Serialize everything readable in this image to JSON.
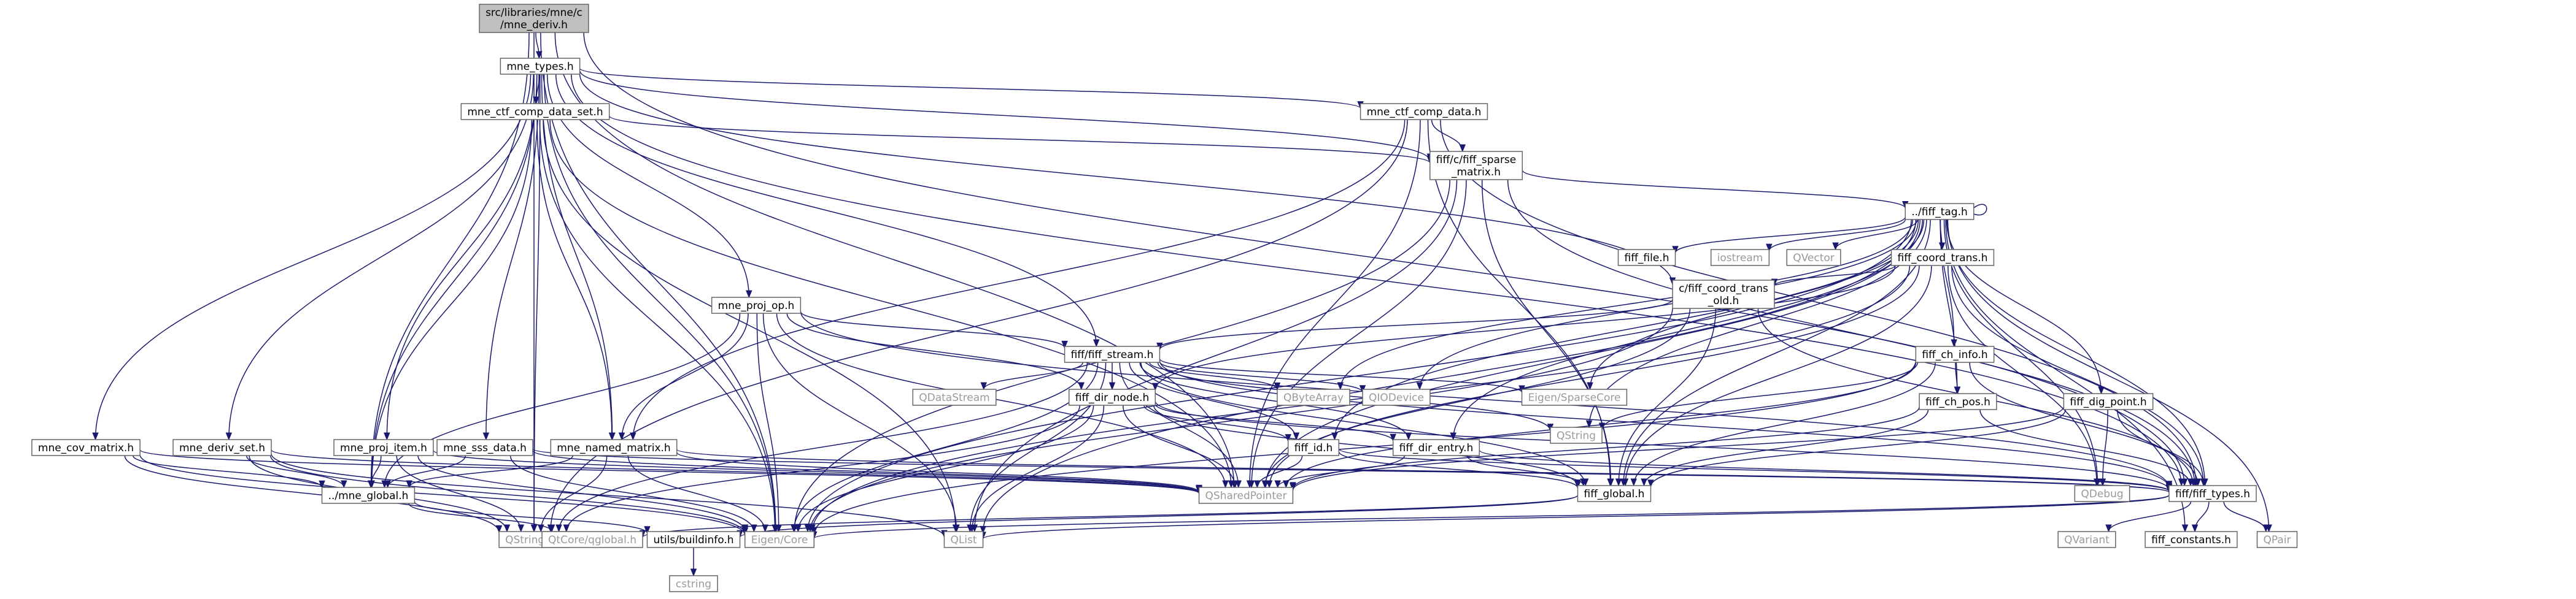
{
  "nodes": [
    {
      "id": "root",
      "label": "src/libraries/mne/c\n/mne_deriv.h",
      "root": true
    },
    {
      "id": "types",
      "label": "mne_types.h"
    },
    {
      "id": "ctf_set",
      "label": "mne_ctf_comp_data_set.h"
    },
    {
      "id": "ctf_data",
      "label": "mne_ctf_comp_data.h"
    },
    {
      "id": "sparse",
      "label": "fiff/c/fiff_sparse\n_matrix.h"
    },
    {
      "id": "tag",
      "label": "../fiff_tag.h"
    },
    {
      "id": "fiff_file",
      "label": "fiff_file.h"
    },
    {
      "id": "iostream",
      "label": "iostream",
      "ext": true
    },
    {
      "id": "qvector",
      "label": "QVector",
      "ext": true
    },
    {
      "id": "coord_trans",
      "label": "fiff_coord_trans.h"
    },
    {
      "id": "coord_old",
      "label": "c/fiff_coord_trans\n_old.h"
    },
    {
      "id": "proj_op",
      "label": "mne_proj_op.h"
    },
    {
      "id": "fiff_stream",
      "label": "fiff/fiff_stream.h"
    },
    {
      "id": "qdatastream",
      "label": "QDataStream",
      "ext": true
    },
    {
      "id": "dir_node",
      "label": "fiff_dir_node.h"
    },
    {
      "id": "qbytearray",
      "label": "QByteArray",
      "ext": true
    },
    {
      "id": "qiodevice",
      "label": "QIODevice",
      "ext": true
    },
    {
      "id": "eigen_sparse",
      "label": "Eigen/SparseCore",
      "ext": true
    },
    {
      "id": "qstring",
      "label": "QString",
      "ext": true
    },
    {
      "id": "ch_info",
      "label": "fiff_ch_info.h"
    },
    {
      "id": "ch_pos",
      "label": "fiff_ch_pos.h"
    },
    {
      "id": "dig_point",
      "label": "fiff_dig_point.h"
    },
    {
      "id": "fiff_id",
      "label": "fiff_id.h"
    },
    {
      "id": "dir_entry",
      "label": "fiff_dir_entry.h"
    },
    {
      "id": "fiff_global",
      "label": "fiff_global.h"
    },
    {
      "id": "qdebug",
      "label": "QDebug",
      "ext": true
    },
    {
      "id": "fiff_types",
      "label": "fiff/fiff_types.h"
    },
    {
      "id": "qvariant",
      "label": "QVariant",
      "ext": true
    },
    {
      "id": "fiff_constants",
      "label": "fiff_constants.h"
    },
    {
      "id": "qpair",
      "label": "QPair",
      "ext": true
    },
    {
      "id": "cov_matrix",
      "label": "mne_cov_matrix.h"
    },
    {
      "id": "deriv_set",
      "label": "mne_deriv_set.h"
    },
    {
      "id": "proj_item",
      "label": "mne_proj_item.h"
    },
    {
      "id": "sss_data",
      "label": "mne_sss_data.h"
    },
    {
      "id": "named_matrix",
      "label": "mne_named_matrix.h"
    },
    {
      "id": "mne_global",
      "label": "../mne_global.h"
    },
    {
      "id": "qsharedpointer",
      "label": "QSharedPointer",
      "ext": true
    },
    {
      "id": "qstringlist",
      "label": "QStringList",
      "ext": true
    },
    {
      "id": "qtcore_global",
      "label": "QtCore/qglobal.h",
      "ext": true
    },
    {
      "id": "buildinfo",
      "label": "utils/buildinfo.h"
    },
    {
      "id": "eigen_core",
      "label": "Eigen/Core",
      "ext": true
    },
    {
      "id": "qlist",
      "label": "QList",
      "ext": true
    },
    {
      "id": "cstring",
      "label": "cstring",
      "ext": true
    }
  ],
  "edges": [
    [
      "root",
      "types"
    ],
    [
      "root",
      "mne_global"
    ],
    [
      "root",
      "fiff_types"
    ],
    [
      "root",
      "qsharedpointer"
    ],
    [
      "root",
      "eigen_core"
    ],
    [
      "root",
      "qstringlist"
    ],
    [
      "types",
      "ctf_set"
    ],
    [
      "types",
      "ctf_data"
    ],
    [
      "types",
      "sparse"
    ],
    [
      "types",
      "proj_op"
    ],
    [
      "types",
      "fiff_stream"
    ],
    [
      "types",
      "coord_old"
    ],
    [
      "types",
      "cov_matrix"
    ],
    [
      "types",
      "deriv_set"
    ],
    [
      "types",
      "proj_item"
    ],
    [
      "types",
      "sss_data"
    ],
    [
      "types",
      "named_matrix"
    ],
    [
      "types",
      "mne_global"
    ],
    [
      "types",
      "fiff_types"
    ],
    [
      "types",
      "qstringlist"
    ],
    [
      "types",
      "eigen_core"
    ],
    [
      "ctf_set",
      "sparse"
    ],
    [
      "ctf_set",
      "named_matrix"
    ],
    [
      "ctf_set",
      "mne_global"
    ],
    [
      "ctf_set",
      "qsharedpointer"
    ],
    [
      "ctf_set",
      "eigen_core"
    ],
    [
      "ctf_set",
      "qlist"
    ],
    [
      "ctf_data",
      "sparse"
    ],
    [
      "ctf_data",
      "named_matrix"
    ],
    [
      "ctf_data",
      "qsharedpointer"
    ],
    [
      "ctf_data",
      "qstringlist"
    ],
    [
      "ctf_data",
      "fiff_types"
    ],
    [
      "ctf_data",
      "fiff_global"
    ],
    [
      "sparse",
      "tag"
    ],
    [
      "sparse",
      "fiff_global"
    ],
    [
      "sparse",
      "fiff_types"
    ],
    [
      "sparse",
      "qsharedpointer"
    ],
    [
      "sparse",
      "eigen_core"
    ],
    [
      "sparse",
      "qlist"
    ],
    [
      "tag",
      "tag"
    ],
    [
      "tag",
      "fiff_file"
    ],
    [
      "tag",
      "iostream"
    ],
    [
      "tag",
      "qvector"
    ],
    [
      "tag",
      "coord_trans"
    ],
    [
      "tag",
      "ch_info"
    ],
    [
      "tag",
      "ch_pos"
    ],
    [
      "tag",
      "dig_point"
    ],
    [
      "tag",
      "fiff_id"
    ],
    [
      "tag",
      "dir_entry"
    ],
    [
      "tag",
      "fiff_global"
    ],
    [
      "tag",
      "qdebug"
    ],
    [
      "tag",
      "fiff_types"
    ],
    [
      "tag",
      "fiff_constants"
    ],
    [
      "tag",
      "qpair"
    ],
    [
      "tag",
      "qbytearray"
    ],
    [
      "tag",
      "qiodevice"
    ],
    [
      "tag",
      "eigen_sparse"
    ],
    [
      "tag",
      "qsharedpointer"
    ],
    [
      "tag",
      "eigen_core"
    ],
    [
      "tag",
      "qlist"
    ],
    [
      "tag",
      "qstring"
    ],
    [
      "coord_trans",
      "coord_old"
    ],
    [
      "coord_trans",
      "fiff_types"
    ],
    [
      "coord_trans",
      "fiff_global"
    ],
    [
      "coord_trans",
      "qsharedpointer"
    ],
    [
      "coord_trans",
      "eigen_core"
    ],
    [
      "coord_trans",
      "qdebug"
    ],
    [
      "coord_trans",
      "dir_node"
    ],
    [
      "coord_old",
      "fiff_stream"
    ],
    [
      "coord_old",
      "fiff_types"
    ],
    [
      "coord_old",
      "fiff_global"
    ],
    [
      "coord_old",
      "qsharedpointer"
    ],
    [
      "coord_old",
      "eigen_core"
    ],
    [
      "proj_op",
      "fiff_stream"
    ],
    [
      "proj_op",
      "named_matrix"
    ],
    [
      "proj_op",
      "mne_global"
    ],
    [
      "proj_op",
      "qsharedpointer"
    ],
    [
      "proj_op",
      "eigen_core"
    ],
    [
      "proj_op",
      "qlist"
    ],
    [
      "proj_op",
      "fiff_types"
    ],
    [
      "proj_op",
      "dir_node"
    ],
    [
      "fiff_stream",
      "qdatastream"
    ],
    [
      "fiff_stream",
      "dir_node"
    ],
    [
      "fiff_stream",
      "qbytearray"
    ],
    [
      "fiff_stream",
      "qiodevice"
    ],
    [
      "fiff_stream",
      "eigen_sparse"
    ],
    [
      "fiff_stream",
      "qstring"
    ],
    [
      "fiff_stream",
      "fiff_id"
    ],
    [
      "fiff_stream",
      "dir_entry"
    ],
    [
      "fiff_stream",
      "fiff_global"
    ],
    [
      "fiff_stream",
      "qsharedpointer"
    ],
    [
      "fiff_stream",
      "qstringlist"
    ],
    [
      "fiff_stream",
      "eigen_core"
    ],
    [
      "fiff_stream",
      "qlist"
    ],
    [
      "fiff_stream",
      "fiff_types"
    ],
    [
      "dir_node",
      "fiff_id"
    ],
    [
      "dir_node",
      "dir_entry"
    ],
    [
      "dir_node",
      "fiff_global"
    ],
    [
      "dir_node",
      "qsharedpointer"
    ],
    [
      "dir_node",
      "qlist"
    ],
    [
      "dir_node",
      "eigen_core"
    ],
    [
      "dir_node",
      "fiff_types"
    ],
    [
      "dir_node",
      "qstringlist"
    ],
    [
      "ch_info",
      "ch_pos"
    ],
    [
      "ch_info",
      "qstring"
    ],
    [
      "ch_info",
      "fiff_types"
    ],
    [
      "ch_info",
      "fiff_global"
    ],
    [
      "ch_info",
      "qsharedpointer"
    ],
    [
      "ch_info",
      "eigen_core"
    ],
    [
      "ch_pos",
      "fiff_types"
    ],
    [
      "ch_pos",
      "fiff_global"
    ],
    [
      "ch_pos",
      "qsharedpointer"
    ],
    [
      "dig_point",
      "fiff_types"
    ],
    [
      "dig_point",
      "fiff_global"
    ],
    [
      "dig_point",
      "qsharedpointer"
    ],
    [
      "dig_point",
      "qdebug"
    ],
    [
      "fiff_id",
      "fiff_types"
    ],
    [
      "fiff_id",
      "fiff_global"
    ],
    [
      "fiff_id",
      "qsharedpointer"
    ],
    [
      "dir_entry",
      "fiff_types"
    ],
    [
      "dir_entry",
      "fiff_global"
    ],
    [
      "dir_entry",
      "qsharedpointer"
    ],
    [
      "fiff_global",
      "buildinfo"
    ],
    [
      "fiff_global",
      "qtcore_global"
    ],
    [
      "fiff_types",
      "qvariant"
    ],
    [
      "fiff_types",
      "fiff_constants"
    ],
    [
      "fiff_types",
      "qpair"
    ],
    [
      "fiff_types",
      "eigen_core"
    ],
    [
      "fiff_types",
      "qlist"
    ],
    [
      "cov_matrix",
      "mne_global"
    ],
    [
      "cov_matrix",
      "qsharedpointer"
    ],
    [
      "cov_matrix",
      "eigen_core"
    ],
    [
      "cov_matrix",
      "qstringlist"
    ],
    [
      "deriv_set",
      "mne_global"
    ],
    [
      "deriv_set",
      "qsharedpointer"
    ],
    [
      "deriv_set",
      "eigen_core"
    ],
    [
      "deriv_set",
      "qstringlist"
    ],
    [
      "deriv_set",
      "qlist"
    ],
    [
      "proj_item",
      "mne_global"
    ],
    [
      "proj_item",
      "qsharedpointer"
    ],
    [
      "proj_item",
      "eigen_core"
    ],
    [
      "proj_item",
      "qstringlist"
    ],
    [
      "sss_data",
      "mne_global"
    ],
    [
      "sss_data",
      "qsharedpointer"
    ],
    [
      "sss_data",
      "eigen_core"
    ],
    [
      "sss_data",
      "fiff_types"
    ],
    [
      "named_matrix",
      "mne_global"
    ],
    [
      "named_matrix",
      "qsharedpointer"
    ],
    [
      "named_matrix",
      "eigen_core"
    ],
    [
      "named_matrix",
      "qstringlist"
    ],
    [
      "named_matrix",
      "fiff_types"
    ],
    [
      "mne_global",
      "buildinfo"
    ],
    [
      "mne_global",
      "qtcore_global"
    ],
    [
      "buildinfo",
      "cstring"
    ]
  ],
  "colors": {
    "node_fill": "#ffffff",
    "root_fill": "#bfbfbf",
    "node_border": "#666666",
    "edge": "#191970",
    "ext_text": "#9a9a9a"
  }
}
